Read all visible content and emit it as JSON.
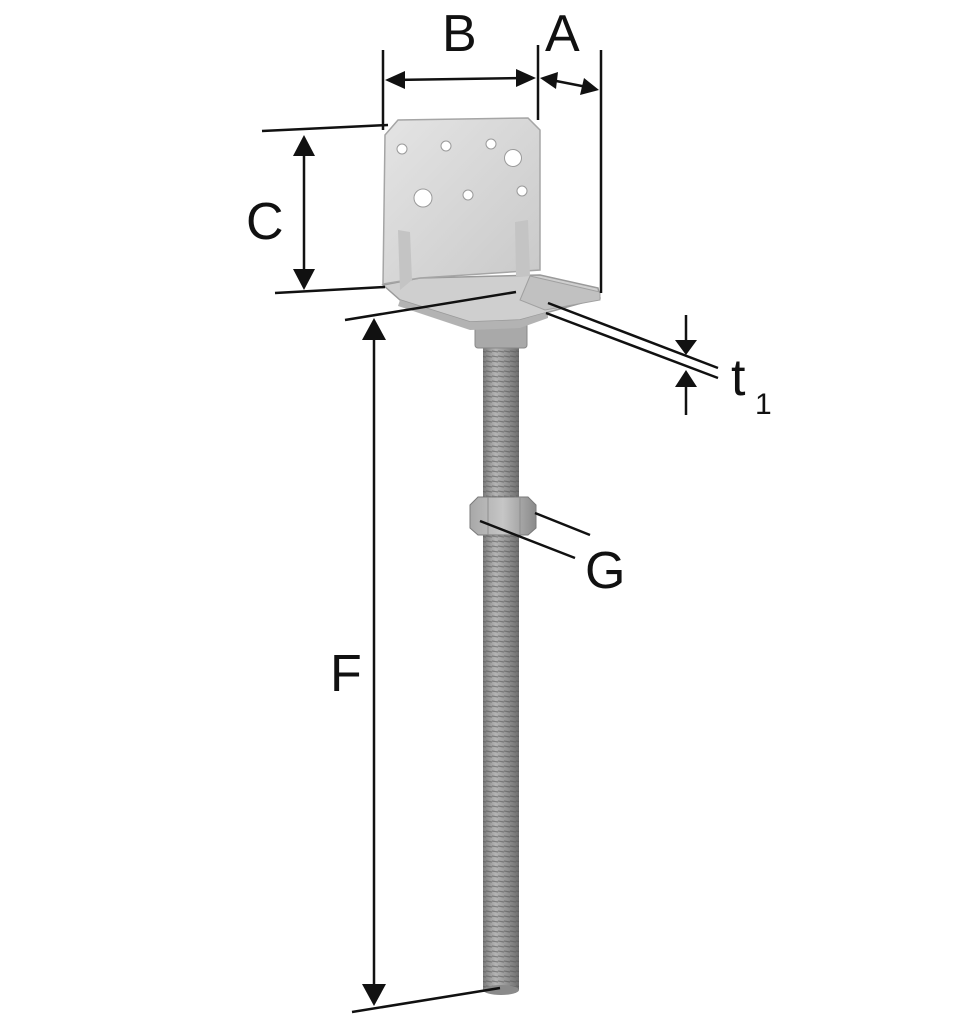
{
  "diagram": {
    "subject": "Adjustable post anchor with L-bracket plate and threaded rod",
    "dimensions": {
      "B": {
        "label": "B",
        "meaning": "bracket width"
      },
      "A": {
        "label": "A",
        "meaning": "bracket depth"
      },
      "C": {
        "label": "C",
        "meaning": "bracket height"
      },
      "t1": {
        "label": "t",
        "subscript": "1",
        "meaning": "plate thickness"
      },
      "G": {
        "label": "G",
        "meaning": "thread / nut size"
      },
      "F": {
        "label": "F",
        "meaning": "rod length"
      }
    },
    "colors": {
      "line": "#111111",
      "metal_light": "#d9d9d9",
      "metal_mid": "#b8b8b8",
      "metal_dark": "#8c8c8c",
      "rod": "#9a9a9a",
      "background": "#ffffff"
    }
  }
}
